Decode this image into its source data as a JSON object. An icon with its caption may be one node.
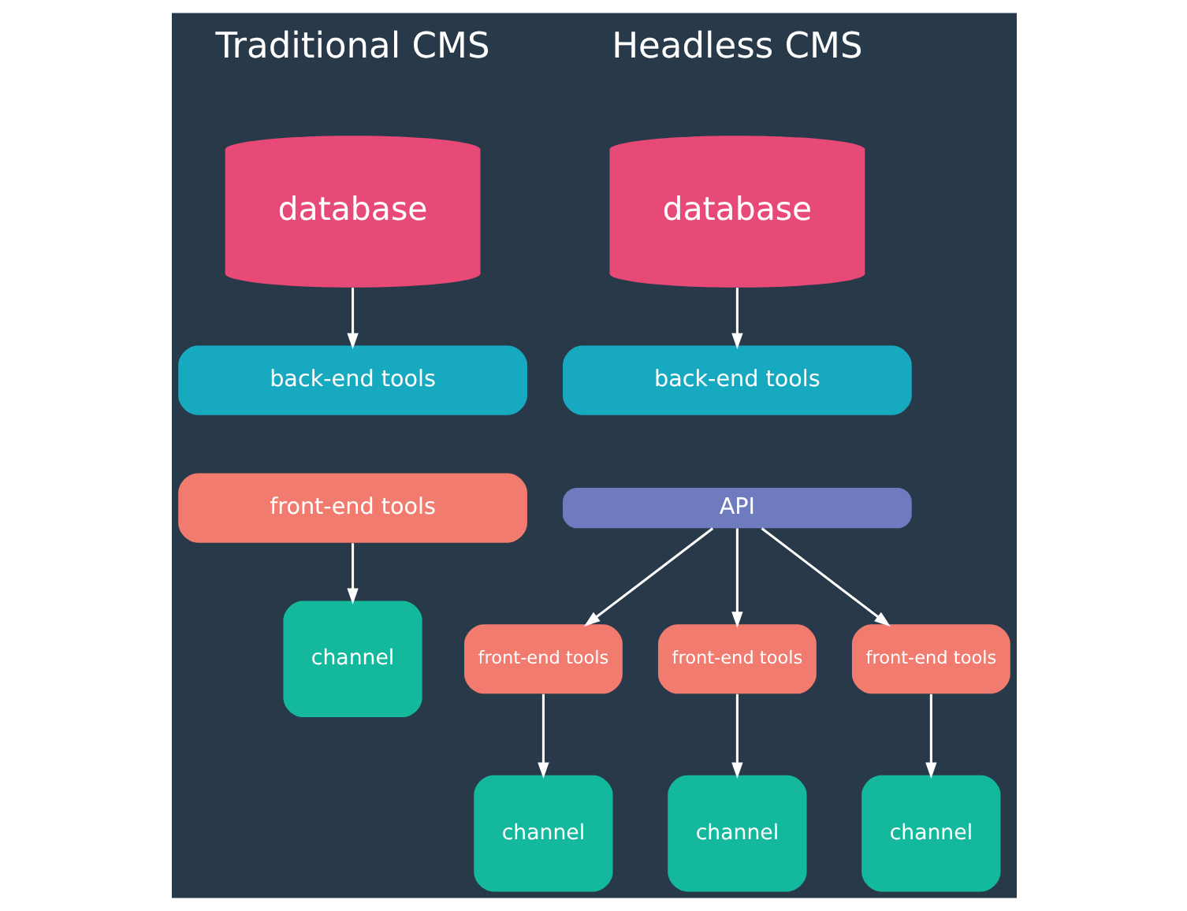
{
  "diagram": {
    "nodes": [
      {
        "text": [
          "database"
        ]
      },
      {
        "text": [
          "back-end tools"
        ]
      },
      {
        "text": [
          "front-end tools"
        ]
      },
      {
        "text": [
          "channel"
        ]
      },
      {
        "text": [
          "database"
        ]
      },
      {
        "text": [
          "back-end tools"
        ]
      },
      {
        "text": [
          "API"
        ]
      },
      {
        "text": [
          "front-end tools"
        ]
      },
      {
        "text": [
          "front-end tools"
        ]
      },
      {
        "text": [
          "front-end tools"
        ]
      },
      {
        "text": [
          "channel"
        ]
      },
      {
        "text": [
          "channel"
        ]
      },
      {
        "text": [
          "channel"
        ]
      }
    ],
    "edges": [
      {
        "from": 0,
        "to": 1,
        "arrow": "to"
      },
      {
        "from": 2,
        "to": 3,
        "arrow": "to"
      },
      {
        "from": 4,
        "to": 5,
        "arrow": "to"
      },
      {
        "from": 6,
        "to": 7,
        "arrow": "to"
      },
      {
        "from": 6,
        "to": 8,
        "arrow": "to"
      },
      {
        "from": 6,
        "to": 9,
        "arrow": "to"
      },
      {
        "from": 7,
        "to": 10,
        "arrow": "to"
      },
      {
        "from": 8,
        "to": 11,
        "arrow": "to"
      },
      {
        "from": 9,
        "to": 12,
        "arrow": "to"
      }
    ],
    "labels": [
      "Traditional CMS",
      "Headless CMS"
    ]
  }
}
